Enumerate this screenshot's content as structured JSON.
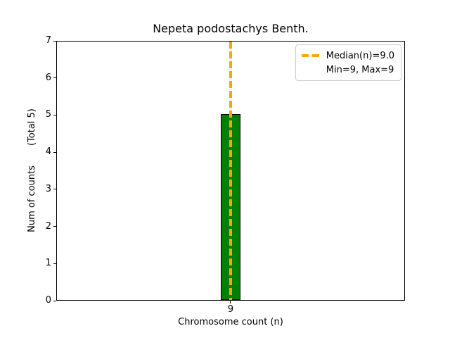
{
  "chart_data": {
    "type": "bar",
    "title": "Nepeta podostachys Benth.",
    "xlabel": "Chromosome count (n)",
    "ylabel": "Num of counts",
    "ylabel_secondary": "(Total 5)",
    "categories": [
      "9"
    ],
    "values": [
      5
    ],
    "total_counts": 5,
    "ylim": [
      0,
      7
    ],
    "yticks": [
      0,
      1,
      2,
      3,
      4,
      5,
      6,
      7
    ],
    "grid": false,
    "bar_color": "#008000",
    "bar_edge_color": "#000000",
    "median_line": {
      "x": 9.0,
      "style": "dashed",
      "color": "#FFA500"
    },
    "legend": {
      "position": "upper right",
      "entries": [
        "Median(n)=9.0",
        "Min=9, Max=9"
      ]
    },
    "stats": {
      "median": 9.0,
      "min": 9,
      "max": 9
    }
  }
}
